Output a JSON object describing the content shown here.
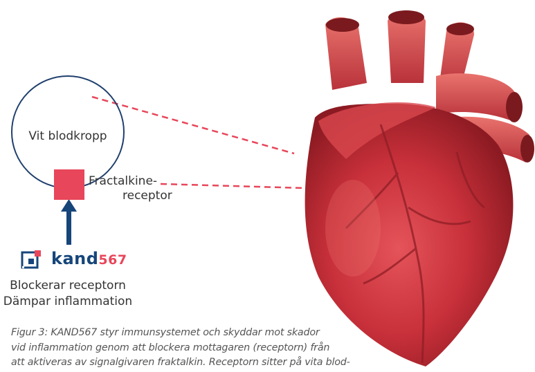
{
  "diagram": {
    "cell_label": "Vit blodkropp",
    "receptor_label_line1": "Fractalkine-",
    "receptor_label_line2": "receptor",
    "logo_text": "kand",
    "logo_number": "567",
    "action_line1": "Blockerar receptorn",
    "action_line2": "Dämpar inflammation",
    "heart_image": "heart-illustration"
  },
  "caption": {
    "lines": [
      "Figur 3: KAND567 styr immunsystemet och skyddar mot skador",
      "vid inflammation genom att blockera mottagaren (receptorn) från",
      "att aktiveras av signalgivaren fraktalkin. Receptorn sitter på vita blod-"
    ]
  },
  "colors": {
    "cell_border": "#1f3f6d",
    "receptor": "#e8465a",
    "arrow": "#16457a",
    "dashed_line": "#e8465a"
  }
}
